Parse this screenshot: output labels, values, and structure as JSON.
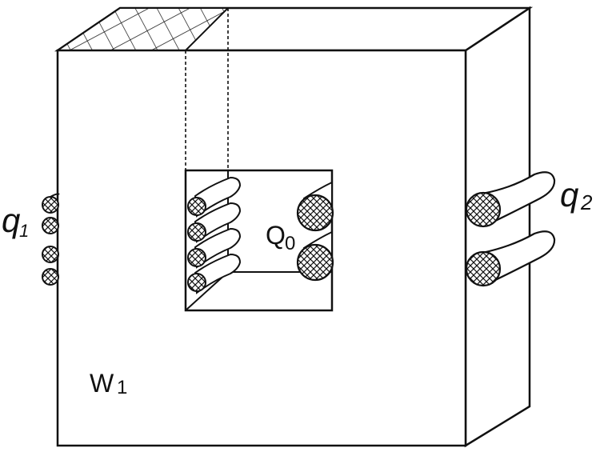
{
  "labels": {
    "q1_base": "q",
    "q1_sub": "1",
    "q2_base": "q",
    "q2_sub": "2",
    "q0_base": "Q",
    "q0_sub": "0",
    "w1_base": "W",
    "w1_sub": "1"
  },
  "colors": {
    "stroke": "#111111",
    "fill": "#ffffff",
    "wire_fill": "#dddddd",
    "conductor_fill": "#bbbbbb"
  }
}
